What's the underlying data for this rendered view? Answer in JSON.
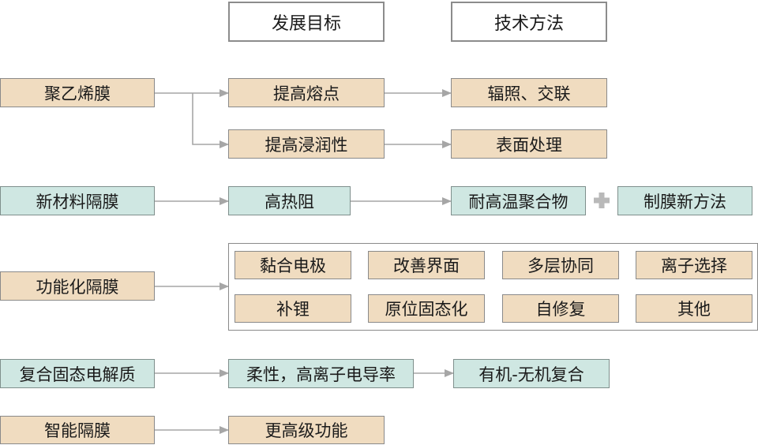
{
  "headers": {
    "goal": "发展目标",
    "method": "技术方法"
  },
  "rows": {
    "polyethylene": {
      "label": "聚乙烯膜",
      "goal1": "提高熔点",
      "method1": "辐照、交联",
      "goal2": "提高浸润性",
      "method2": "表面处理"
    },
    "new_material": {
      "label": "新材料隔膜",
      "goal": "高热阻",
      "method_a": "耐高温聚合物",
      "method_b": "制膜新方法"
    },
    "functional": {
      "label": "功能化隔膜",
      "items": [
        "黏合电极",
        "改善界面",
        "多层协同",
        "离子选择",
        "补锂",
        "原位固态化",
        "自修复",
        "其他"
      ]
    },
    "composite": {
      "label": "复合固态电解质",
      "goal": "柔性，高离子电导率",
      "method": "有机-无机复合"
    },
    "smart": {
      "label": "智能隔膜",
      "goal": "更高级功能"
    }
  },
  "colors": {
    "tan": "#f0dcc0",
    "teal": "#cfe7e2",
    "border": "#8a8a8a",
    "arrow": "#a6a6a6"
  },
  "icons": {
    "plus": "plus-icon"
  }
}
